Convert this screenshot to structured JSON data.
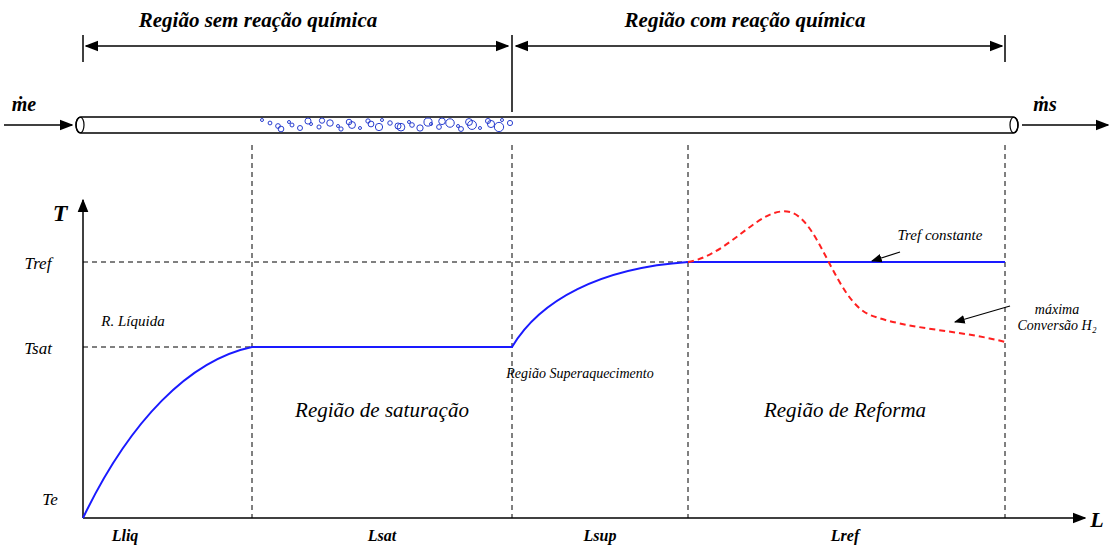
{
  "diagram": {
    "labels": [
      "Região sem reação química",
      "Região com reação química",
      "ṁe",
      "ṁs",
      "T",
      "Tref",
      "Tsat",
      "Te",
      "R. Líquida",
      "Região de saturação",
      "Região Superaquecimento",
      "Região de Reforma",
      "Tref constante",
      "máxima Conversão H₂",
      "Lliq",
      "Lsat",
      "Lsup",
      "Lref",
      "L"
    ]
  }
}
